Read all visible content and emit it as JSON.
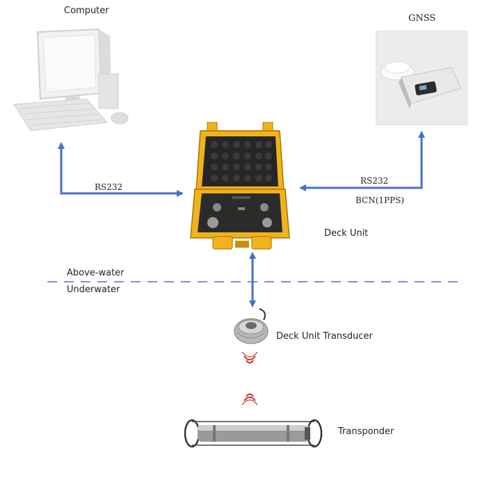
{
  "labels": {
    "computer": "Computer",
    "gnss": "GNSS",
    "rs232_left": "RS232",
    "rs232_right": "RS232",
    "bcn": "BCN(1PPS)",
    "deck_unit": "Deck Unit",
    "above_water": "Above-water",
    "underwater": "Underwater",
    "deck_unit_transducer": "Deck Unit Transducer",
    "transponder": "Transponder"
  },
  "colors": {
    "arrow": "#4472c4",
    "waterline": "#4472c4",
    "signal": "#d0302a",
    "case": "#f2b21a",
    "panel": "#2b2b2b"
  },
  "icons": {
    "computer": "desktop-computer-icon",
    "gnss": "gnss-receiver-icon",
    "deck_unit": "deck-unit-case-icon",
    "transducer": "transducer-icon",
    "transponder": "transponder-icon"
  }
}
